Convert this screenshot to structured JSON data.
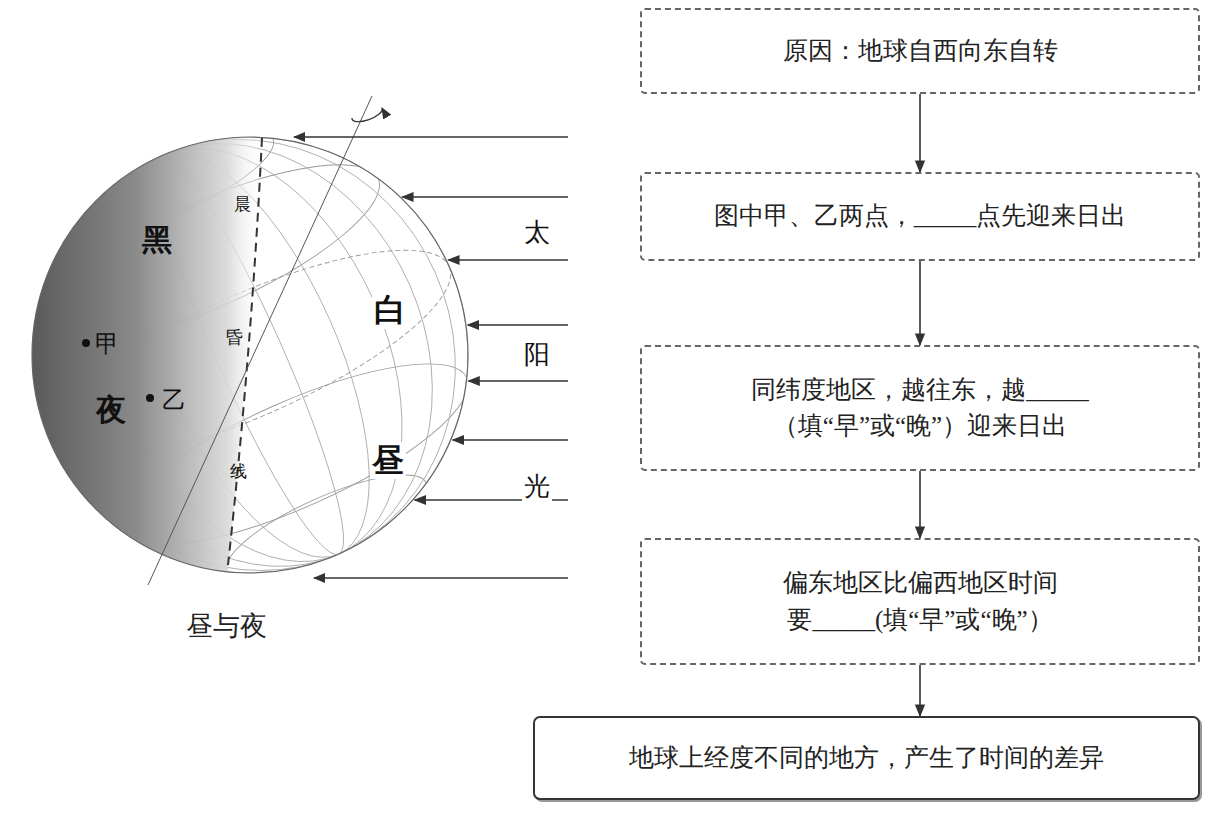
{
  "diagram": {
    "caption": "昼与夜",
    "nodes": [
      {
        "text": [
          "原因：地球自西向东自转"
        ]
      },
      {
        "text": [
          "图中甲、乙两点，_____点先迎来日出"
        ]
      },
      {
        "text": [
          "同纬度地区，越往东，越_____ （填“早”或“晚”）迎来日出"
        ]
      },
      {
        "text": [
          "偏东地区比偏西地区时间 要_____(填“早”或“晚”）"
        ]
      },
      {
        "text": [
          "地球上经度不同的地方，产生了时间的差异"
        ]
      }
    ],
    "edges": [
      {
        "from": 0,
        "to": 1,
        "arrow": "to"
      },
      {
        "from": 1,
        "to": 2,
        "arrow": "to"
      },
      {
        "from": 2,
        "to": 3,
        "arrow": "to"
      },
      {
        "from": 3,
        "to": 4,
        "arrow": "to"
      }
    ],
    "labels": [
      "黑",
      "夜",
      "白",
      "昼",
      "甲",
      "乙",
      "晨",
      "昏",
      "线",
      "太",
      "阳",
      "光"
    ]
  }
}
